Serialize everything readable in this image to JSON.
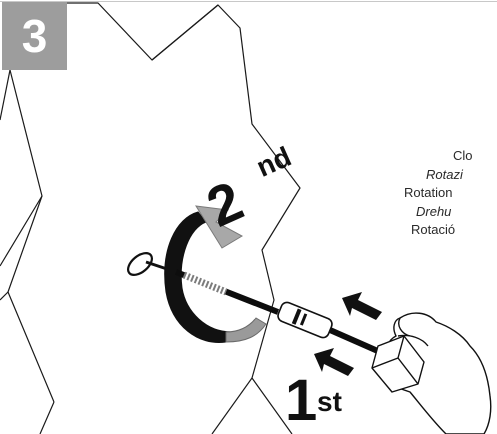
{
  "step": {
    "number": "3",
    "badge_color": "#9d9d9d"
  },
  "labels": {
    "second_number": "2",
    "second_suffix": "nd",
    "first_number": "1",
    "first_suffix": "st"
  },
  "caption": {
    "lines": [
      {
        "text": "Clo",
        "italic": false
      },
      {
        "text": "Rotazi",
        "italic": true
      },
      {
        "text": "Rotation",
        "italic": false
      },
      {
        "text": "Drehu",
        "italic": true
      },
      {
        "text": "Rotació",
        "italic": false
      }
    ]
  },
  "colors": {
    "line": "#1a1a1a",
    "arrow_fill": "#a8a8a8",
    "cable": "#0d0d0d",
    "hand_fill": "#ffffff"
  },
  "icons": {
    "rotation_arrow": "clockwise-rotation-arrow-icon",
    "push_arrow": "push-arrow-icon",
    "hand": "hand-icon"
  }
}
